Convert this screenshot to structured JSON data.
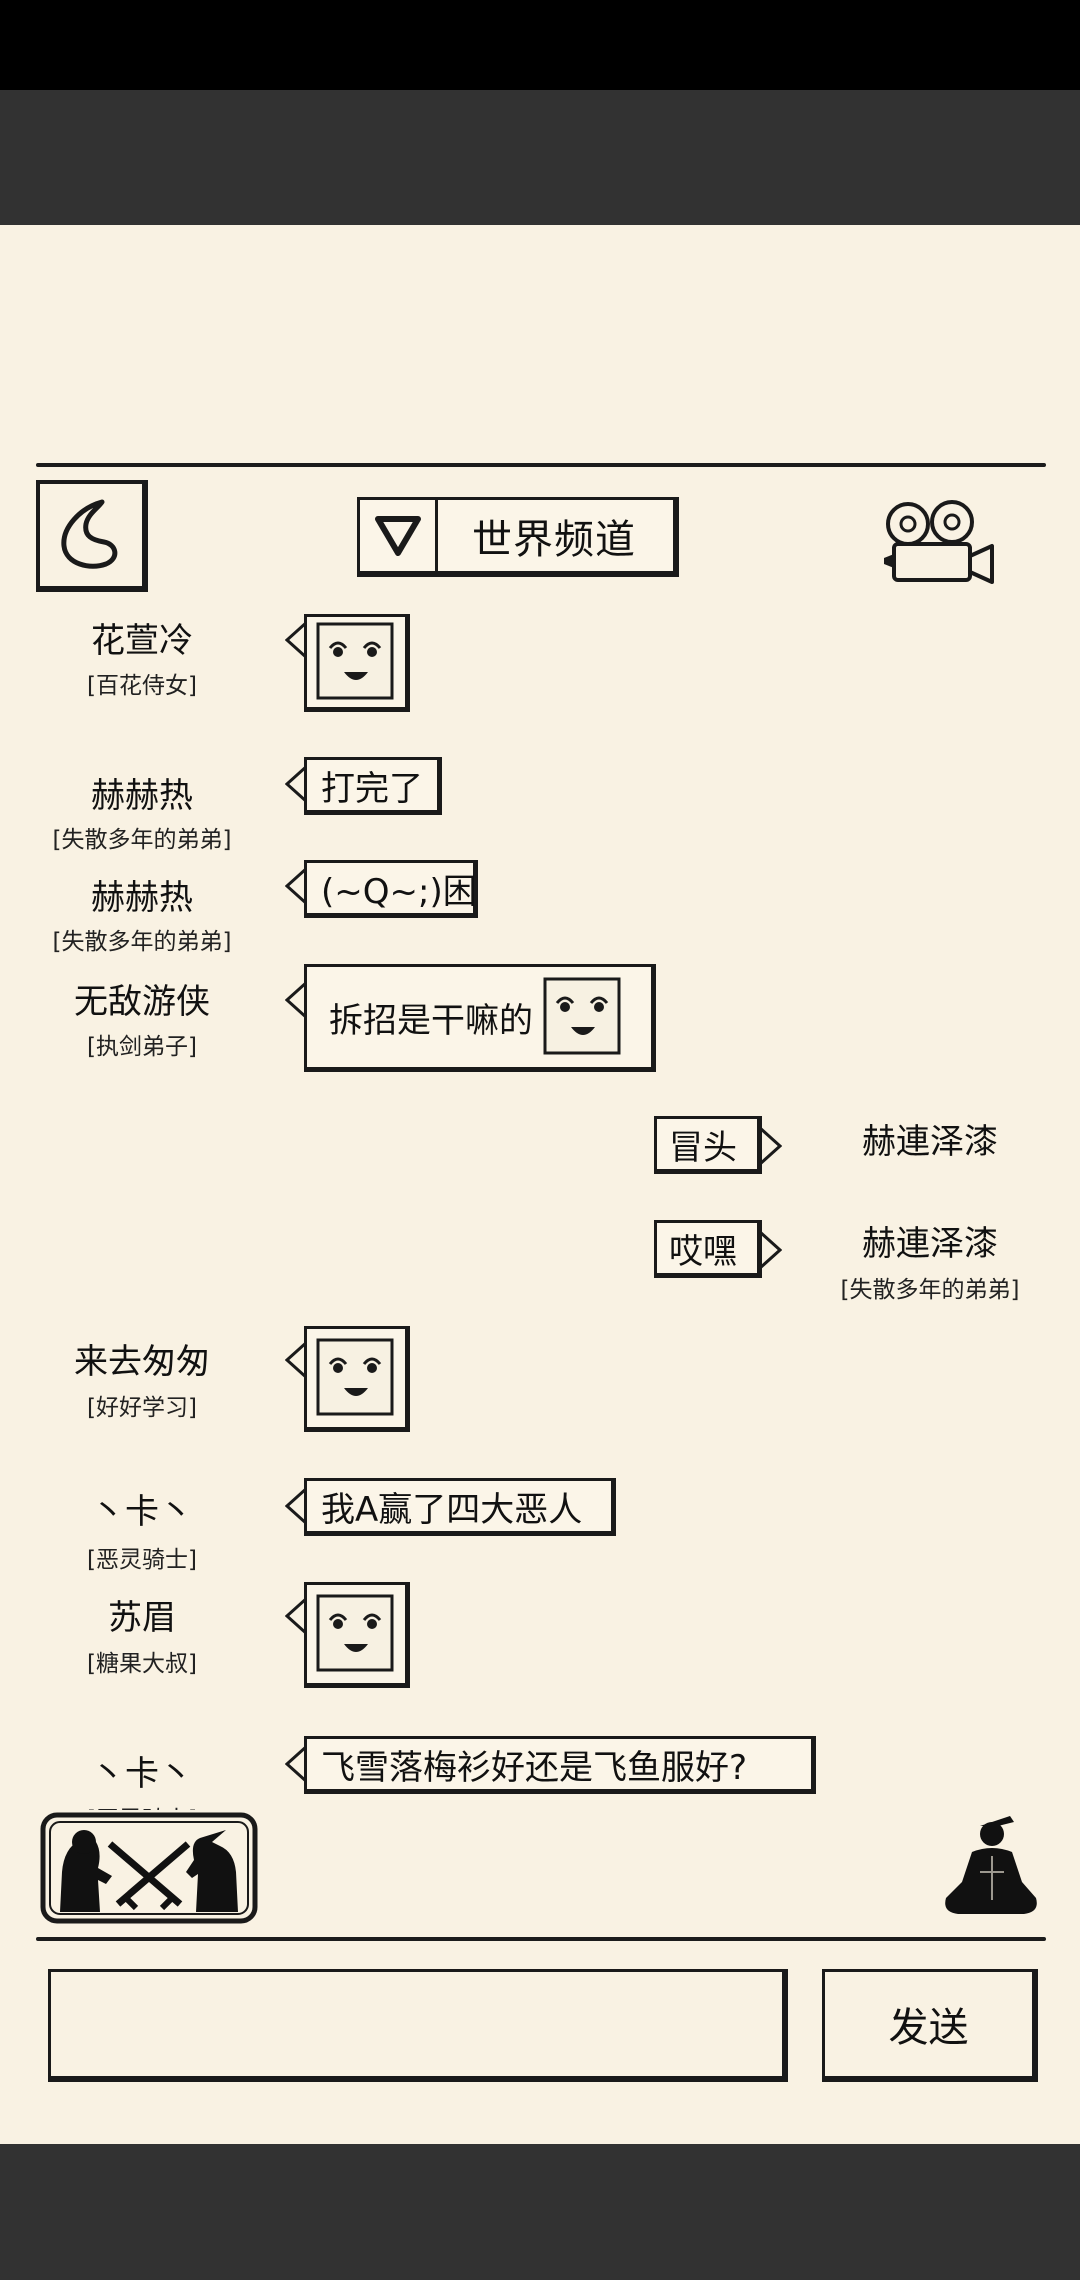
{
  "header": {
    "channel_label": "世界频道"
  },
  "messages": [
    {
      "name": "花萱冷",
      "title": "[百花侍女]",
      "type": "emoji",
      "side": "left"
    },
    {
      "name": "赫赫热",
      "title": "[失散多年的弟弟]",
      "type": "text",
      "text": "打完了",
      "side": "left"
    },
    {
      "name": "赫赫热",
      "title": "[失散多年的弟弟]",
      "type": "text",
      "text": "(~Q~;)困",
      "side": "left"
    },
    {
      "name": "无敌游侠",
      "title": "[执剑弟子]",
      "type": "text_emoji",
      "text": "拆招是干嘛的",
      "side": "left"
    },
    {
      "name": "赫連泽漆",
      "title": "",
      "type": "text",
      "text": "冒头",
      "side": "right"
    },
    {
      "name": "赫連泽漆",
      "title": "[失散多年的弟弟]",
      "type": "text",
      "text": "哎嘿",
      "side": "right"
    },
    {
      "name": "来去匆匆",
      "title": "[好好学习]",
      "type": "emoji",
      "side": "left"
    },
    {
      "name": "丶卡丶",
      "title": "[恶灵骑士]",
      "type": "text",
      "text": "我A赢了四大恶人",
      "side": "left"
    },
    {
      "name": "苏眉",
      "title": "[糖果大叔]",
      "type": "emoji",
      "side": "left"
    },
    {
      "name": "丶卡丶",
      "title": "[恶灵骑士]",
      "type": "text",
      "text": "飞雪落梅衫好还是飞鱼服好?",
      "side": "left"
    }
  ],
  "composer": {
    "input_value": "",
    "send_label": "发送"
  },
  "icons": {
    "back": "back-arrow-icon",
    "dropdown": "triangle-down-icon",
    "replay": "camera-icon",
    "duel": "duel-icon",
    "meditate": "meditate-icon"
  }
}
